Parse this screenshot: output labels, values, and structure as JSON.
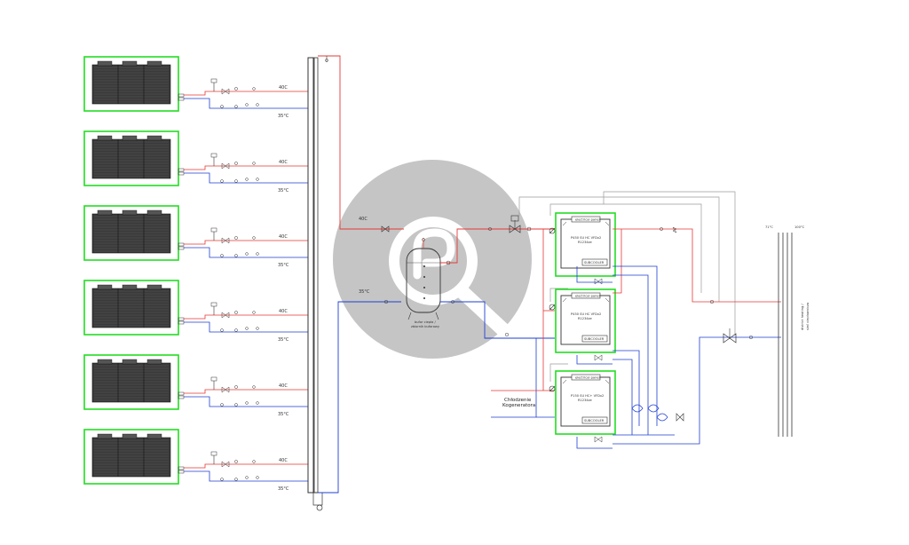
{
  "colors": {
    "supply": "#e53935",
    "return": "#1e3fd0",
    "highlight": "#22dd22",
    "control": "#9a9a9a",
    "equipment": "#333333",
    "watermark": "#bdbdbd"
  },
  "icons": [
    "dry-cooler-icon",
    "buffer-tank-icon",
    "heat-pump-icon",
    "three-way-valve-icon",
    "pump-icon",
    "watermark-search-icon"
  ],
  "dry_coolers": [
    {
      "supply_temp": "40C",
      "return_temp": "35°C"
    },
    {
      "supply_temp": "40C",
      "return_temp": "35°C"
    },
    {
      "supply_temp": "40C",
      "return_temp": "35°C"
    },
    {
      "supply_temp": "40C",
      "return_temp": "35°C"
    },
    {
      "supply_temp": "40C",
      "return_temp": "35°C"
    },
    {
      "supply_temp": "40C",
      "return_temp": "35°C"
    }
  ],
  "main_loop": {
    "supply_temp": "40C",
    "return_temp": "35°C"
  },
  "buffer_tank": {
    "label_line1": "bufor ciepła /",
    "label_line2": "zbiornik buforowy"
  },
  "heat_pumps": [
    {
      "top_label": "electrical panel",
      "line1": "P450 SU HC VFDx2",
      "line2": "R1234ze",
      "bottom_label": "SUBCOOLER"
    },
    {
      "top_label": "electrical panel",
      "line1": "P450 SU HC VFDx2",
      "line2": "R1234ze",
      "bottom_label": "SUBCOOLER"
    },
    {
      "top_label": "electrical panel",
      "line1": "P150 SU HC+ VFDx2",
      "line2": "R1234ze",
      "bottom_label": "SUBCOOLER"
    }
  ],
  "cogeneration": {
    "line1": "Chłodzenie",
    "line2": "Kogeneratora"
  },
  "district_heating": {
    "supply_temp": "71°C",
    "return_temp": "100°C",
    "label_line1": "district heating /",
    "label_line2": "sieć ciepłownicza"
  }
}
